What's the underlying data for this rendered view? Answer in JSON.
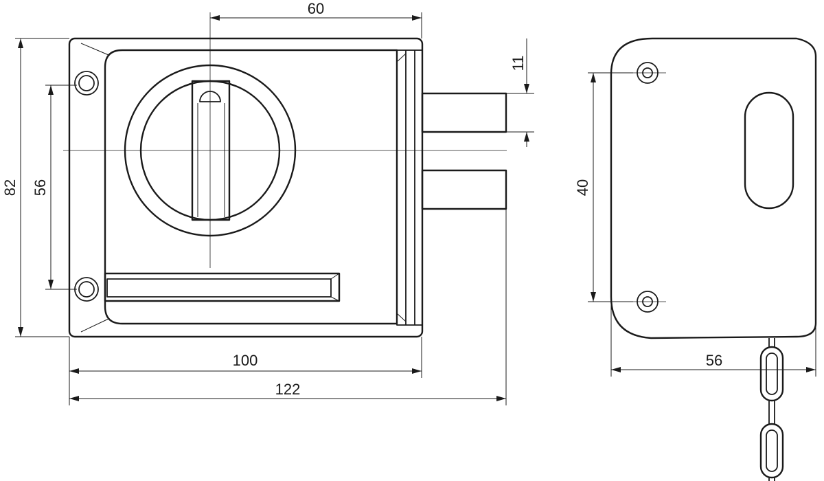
{
  "dimensions": {
    "top_width": "60",
    "bolt_height": "11",
    "overall_height": "82",
    "hole_spacing_front": "56",
    "body_width": "100",
    "overall_width": "122",
    "hole_spacing_side": "40",
    "side_depth": "56"
  }
}
